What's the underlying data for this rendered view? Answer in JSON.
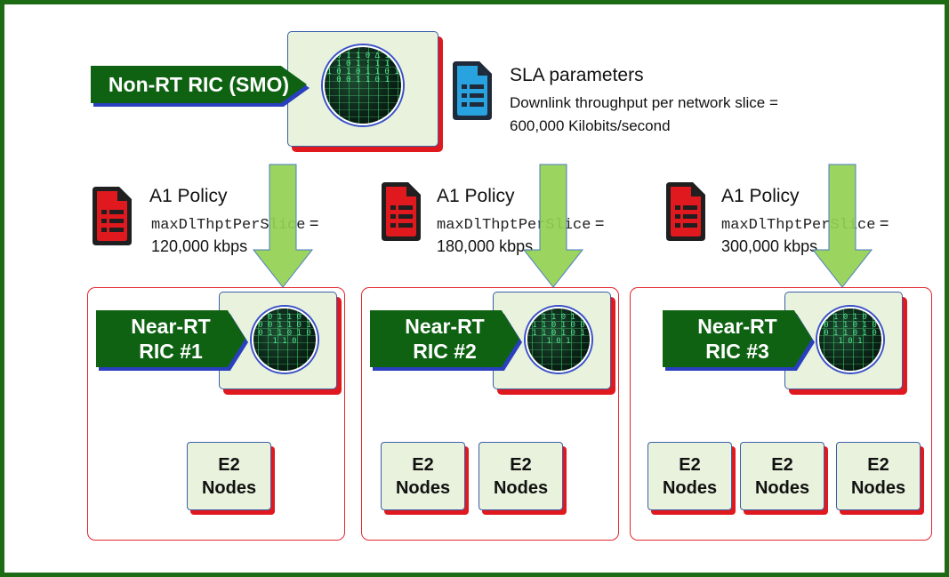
{
  "smo": {
    "label": "Non-RT RIC (SMO)"
  },
  "sla": {
    "title": "SLA parameters",
    "line1": "Downlink throughput per network slice =",
    "line2": "600,000 Kilobits/second"
  },
  "policies": [
    {
      "title": "A1 Policy",
      "code": "maxDlThptPerSlice",
      "equals": "=",
      "value": "120,000 kbps"
    },
    {
      "title": "A1 Policy",
      "code": "maxDlThptPerSlice",
      "equals": "=",
      "value": "180,000 kbps"
    },
    {
      "title": "A1 Policy",
      "code": "maxDlThptPerSlice",
      "equals": "=",
      "value": "300,000 kbps"
    }
  ],
  "near_rt": [
    {
      "line1": "Near-RT",
      "line2": "RIC #1"
    },
    {
      "line1": "Near-RT",
      "line2": "RIC #2"
    },
    {
      "line1": "Near-RT",
      "line2": "RIC #3"
    }
  ],
  "e2": {
    "line1": "E2",
    "line2": "Nodes"
  },
  "icons": {
    "sla_doc": "blue-document-icon",
    "policy_doc": "red-document-icon",
    "ric_globe": "matrix-globe-icon",
    "flow_arrow": "green-down-arrow-icon"
  },
  "colors": {
    "frame": "#1e6b16",
    "label_bg": "#0f6212",
    "panel_bg": "#e8f2dc",
    "shadow": "#e0191f",
    "arrow": "#92d050",
    "doc_red": "#e0191f",
    "doc_blue": "#29a3e0"
  }
}
